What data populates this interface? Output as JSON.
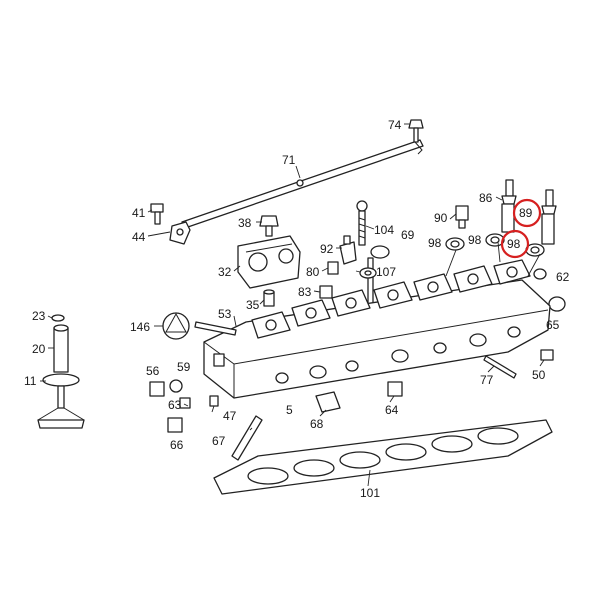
{
  "colors": {
    "highlight": "#d62020",
    "line": "#222222",
    "background": "#ffffff"
  },
  "labels": {
    "l74": "74",
    "l71": "71",
    "l86": "86",
    "l89": "89",
    "l41": "41",
    "l44": "44",
    "l38": "38",
    "l90": "90",
    "l104": "104",
    "l69": "69",
    "l98a": "98",
    "l98b": "98",
    "l98c": "98",
    "l92": "92",
    "l80": "80",
    "l107": "107",
    "l32": "32",
    "l62": "62",
    "l83": "83",
    "l35": "35",
    "l53": "53",
    "l23": "23",
    "l146": "146",
    "l65": "65",
    "l20": "20",
    "l11": "11",
    "l56": "56",
    "l59": "59",
    "l63": "63",
    "l77": "77",
    "l50": "50",
    "l47": "47",
    "l5": "5",
    "l64": "64",
    "l66": "66",
    "l68": "68",
    "l67": "67",
    "l101": "101"
  }
}
